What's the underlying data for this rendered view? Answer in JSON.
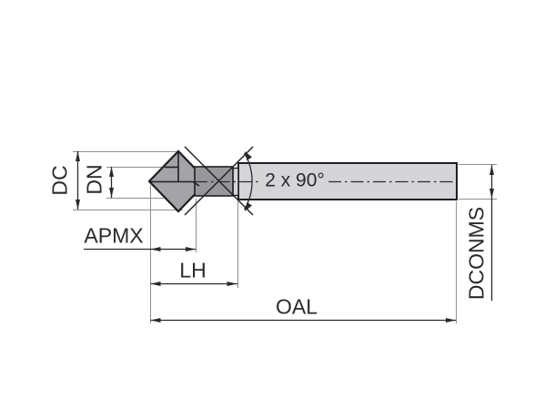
{
  "title": "Countersink tool dimension drawing",
  "labels": {
    "dc": "DC",
    "dn": "DN",
    "apmx": "APMX",
    "lh": "LH",
    "oal": "OAL",
    "dconms": "DCONMS",
    "angle": "2 x 90°"
  },
  "colors": {
    "head_fill": "#a4a4a7",
    "body_fill": "#97979b",
    "shank_fill": "#d5d5d7",
    "outline": "#1f1f23",
    "dim_line": "#2a2a2e",
    "ext_line": "#8f8f93",
    "text": "#2a2a2e",
    "background": "#ffffff"
  }
}
